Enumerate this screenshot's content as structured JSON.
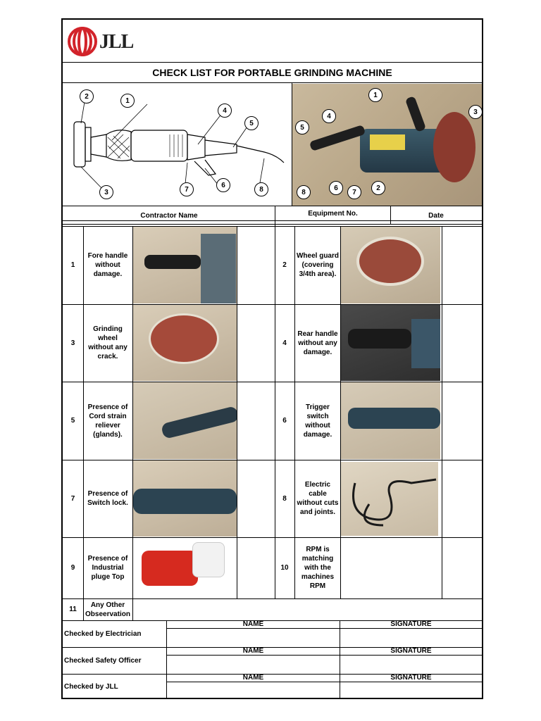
{
  "brand": {
    "logo_text": "JLL"
  },
  "title": "CHECK LIST FOR PORTABLE GRINDING MACHINE",
  "diagram_callouts": [
    "1",
    "2",
    "3",
    "4",
    "5",
    "6",
    "7",
    "8"
  ],
  "header_row": {
    "contractor_name": "Contractor Name",
    "equipment_no": "Equipment No.",
    "date": "Date"
  },
  "items": [
    {
      "no": "1",
      "text": "Fore handle without damage."
    },
    {
      "no": "2",
      "text": "Wheel guard (covering 3/4th area)."
    },
    {
      "no": "3",
      "text": "Grinding wheel without any crack."
    },
    {
      "no": "4",
      "text": "Rear handle without any damage."
    },
    {
      "no": "5",
      "text": "Presence of Cord strain reliever (glands)."
    },
    {
      "no": "6",
      "text": "Trigger switch without damage."
    },
    {
      "no": "7",
      "text": "Presence of Switch lock."
    },
    {
      "no": "8",
      "text": "Electric cable without cuts and joints."
    },
    {
      "no": "9",
      "text": "Presence of Industrial pluge Top"
    },
    {
      "no": "10",
      "text": "RPM is matching with the machines RPM"
    },
    {
      "no": "11",
      "text": "Any Other Obseervation"
    }
  ],
  "signoffs": [
    {
      "label": "Checked by Electrician",
      "name": "NAME",
      "signature": "SIGNATURE"
    },
    {
      "label": "Checked Safety Officer",
      "name": "NAME",
      "signature": "SIGNATURE"
    },
    {
      "label": "Checked by JLL",
      "name": "NAME",
      "signature": "SIGNATURE"
    }
  ]
}
